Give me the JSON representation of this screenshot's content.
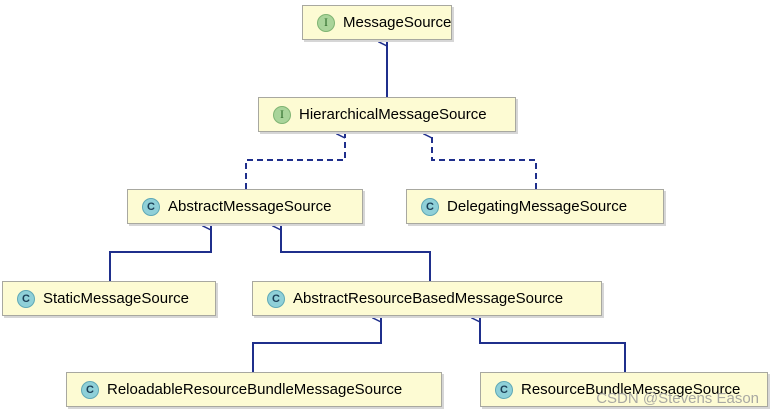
{
  "nodes": [
    {
      "id": "message_source",
      "label": "MessageSource",
      "kind": "I"
    },
    {
      "id": "hierarchical_message_source",
      "label": "HierarchicalMessageSource",
      "kind": "I"
    },
    {
      "id": "abstract_message_source",
      "label": "AbstractMessageSource",
      "kind": "C"
    },
    {
      "id": "delegating_message_source",
      "label": "DelegatingMessageSource",
      "kind": "C"
    },
    {
      "id": "static_message_source",
      "label": "StaticMessageSource",
      "kind": "C"
    },
    {
      "id": "abstract_resource_based_message_source",
      "label": "AbstractResourceBasedMessageSource",
      "kind": "C"
    },
    {
      "id": "reloadable_resource_bundle_message_source",
      "label": "ReloadableResourceBundleMessageSource",
      "kind": "C"
    },
    {
      "id": "resource_bundle_message_source",
      "label": "ResourceBundleMessageSource",
      "kind": "C"
    }
  ],
  "edges": [
    {
      "from": "hierarchical_message_source",
      "to": "message_source",
      "style": "extends"
    },
    {
      "from": "abstract_message_source",
      "to": "hierarchical_message_source",
      "style": "implements"
    },
    {
      "from": "delegating_message_source",
      "to": "hierarchical_message_source",
      "style": "implements"
    },
    {
      "from": "static_message_source",
      "to": "abstract_message_source",
      "style": "extends"
    },
    {
      "from": "abstract_resource_based_message_source",
      "to": "abstract_message_source",
      "style": "extends"
    },
    {
      "from": "reloadable_resource_bundle_message_source",
      "to": "abstract_resource_based_message_source",
      "style": "extends"
    },
    {
      "from": "resource_bundle_message_source",
      "to": "abstract_resource_based_message_source",
      "style": "extends"
    }
  ],
  "colors": {
    "edge": "#1f2f8c",
    "node_fill": "#fdfbd3",
    "node_border": "#a8a8a0",
    "interface_badge": "#a9d49a",
    "class_badge": "#8fd0d8"
  },
  "watermark": "CSDN @Stevens Eason"
}
